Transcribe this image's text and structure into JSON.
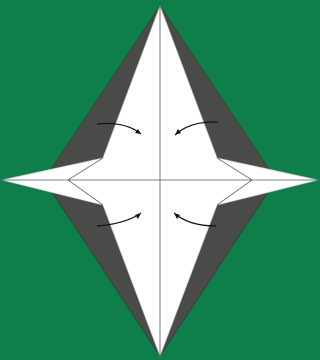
{
  "diagram": {
    "type": "origami-fold-step",
    "shape": "four-point star (kite) base",
    "colors": {
      "background": "#0e7f4a",
      "paper_front": "#ffffff",
      "paper_back": "#4a4a48",
      "fold_line": "#555555",
      "arrow": "#111111"
    },
    "elements": [
      {
        "name": "dark-flap-left",
        "kind": "paper-back"
      },
      {
        "name": "dark-flap-right",
        "kind": "paper-back"
      },
      {
        "name": "white-star-body",
        "kind": "paper-front"
      },
      {
        "name": "vertical-crease",
        "kind": "crease"
      },
      {
        "name": "horizontal-crease",
        "kind": "crease"
      },
      {
        "name": "fold-arrow-upper-left",
        "kind": "fold-arrow"
      },
      {
        "name": "fold-arrow-upper-right",
        "kind": "fold-arrow"
      },
      {
        "name": "fold-arrow-lower-left",
        "kind": "fold-arrow"
      },
      {
        "name": "fold-arrow-lower-right",
        "kind": "fold-arrow"
      }
    ]
  }
}
